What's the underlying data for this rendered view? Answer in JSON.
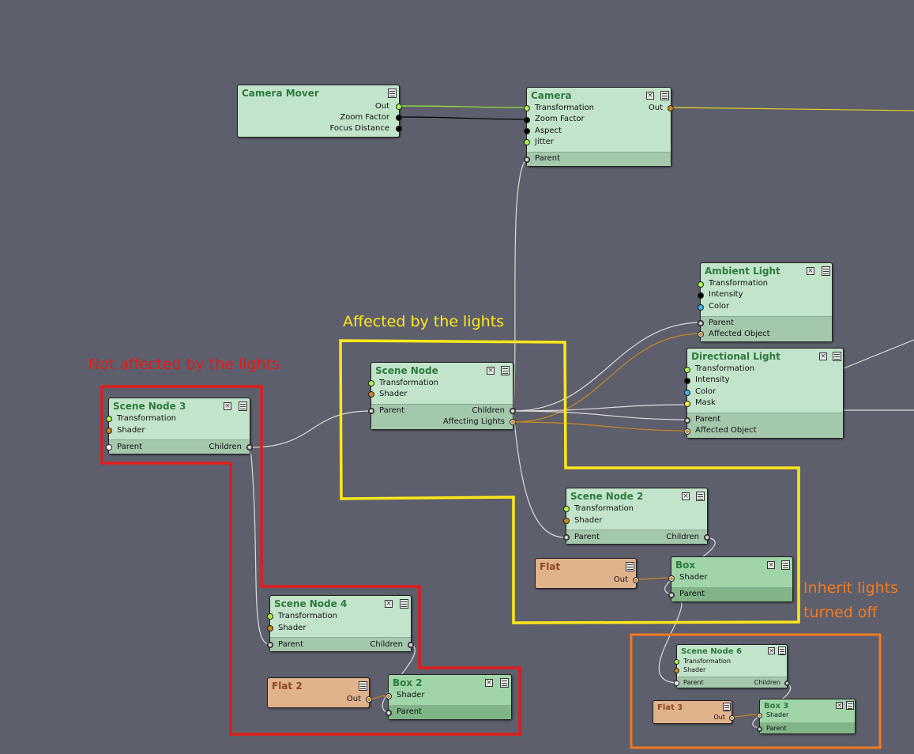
{
  "annotations": {
    "affected": "Affected by the lights",
    "not_affected": "Not affected by the lights",
    "inherit_line1": "Inherit lights",
    "inherit_line2": "turned off"
  },
  "colors": {
    "background": "#5d5f6c",
    "node_green": "#c2e4cb",
    "node_flat": "#e1b38d",
    "node_box": "#9fd5a8",
    "frame_yellow": "#ffe81a",
    "frame_red": "#e11c1c",
    "frame_orange": "#f47a20"
  },
  "nodes": {
    "camera_mover": {
      "title": "Camera Mover",
      "out": "Out",
      "zoom": "Zoom Factor",
      "focus": "Focus Distance"
    },
    "camera": {
      "title": "Camera",
      "out": "Out",
      "transformation": "Transformation",
      "zoom": "Zoom Factor",
      "aspect": "Aspect",
      "jitter": "Jitter",
      "parent": "Parent"
    },
    "ambient": {
      "title": "Ambient Light",
      "transformation": "Transformation",
      "intensity": "Intensity",
      "color": "Color",
      "parent": "Parent",
      "affected": "Affected Object"
    },
    "directional": {
      "title": "Directional Light",
      "transformation": "Transformation",
      "intensity": "Intensity",
      "color": "Color",
      "mask": "Mask",
      "parent": "Parent",
      "affected": "Affected Object"
    },
    "scene_node": {
      "title": "Scene Node",
      "transformation": "Transformation",
      "shader": "Shader",
      "parent": "Parent",
      "children": "Children",
      "lights": "Affecting Lights"
    },
    "scene_node3": {
      "title": "Scene Node 3",
      "transformation": "Transformation",
      "shader": "Shader",
      "parent": "Parent",
      "children": "Children"
    },
    "scene_node2": {
      "title": "Scene Node 2",
      "transformation": "Transformation",
      "shader": "Shader",
      "parent": "Parent",
      "children": "Children"
    },
    "flat": {
      "title": "Flat",
      "out": "Out"
    },
    "box": {
      "title": "Box",
      "shader": "Shader",
      "parent": "Parent"
    },
    "scene_node4": {
      "title": "Scene Node 4",
      "transformation": "Transformation",
      "shader": "Shader",
      "parent": "Parent",
      "children": "Children"
    },
    "flat2": {
      "title": "Flat 2",
      "out": "Out"
    },
    "box2": {
      "title": "Box 2",
      "shader": "Shader",
      "parent": "Parent"
    },
    "scene_node6": {
      "title": "Scene Node 6",
      "transformation": "Transformation",
      "shader": "Shader",
      "parent": "Parent",
      "children": "Children"
    },
    "flat3": {
      "title": "Flat 3",
      "out": "Out"
    },
    "box3": {
      "title": "Box 3",
      "shader": "Shader",
      "parent": "Parent"
    }
  }
}
